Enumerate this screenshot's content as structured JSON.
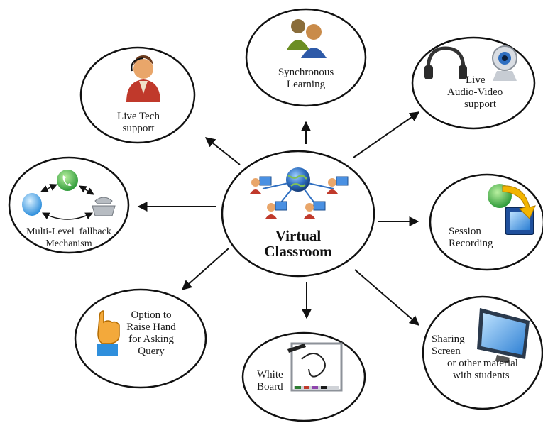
{
  "center": {
    "title_line1": "Virtual",
    "title_line2": "Classroom"
  },
  "nodes": {
    "synchronous_learning": {
      "line1": "Synchronous",
      "line2": "Learning",
      "icon": "users-icon"
    },
    "live_av_support": {
      "line1": "Live",
      "line2": "Audio-Video",
      "line3": "support",
      "icon": "headset-webcam-icon"
    },
    "session_recording": {
      "line1": "Session",
      "line2": "Recording",
      "icon": "recording-icon"
    },
    "sharing_screen": {
      "line1": "Sharing",
      "line2": "Screen",
      "line3": "or other material",
      "line4": "with students",
      "icon": "monitor-icon"
    },
    "white_board": {
      "line1": "White",
      "line2": "Board",
      "icon": "whiteboard-icon"
    },
    "raise_hand": {
      "line1": "Option to",
      "line2": "Raise Hand",
      "line3": "for Asking",
      "line4": "Query",
      "icon": "raise-hand-icon"
    },
    "fallback": {
      "line1": "Multi-Level  fallback",
      "line2": "Mechanism",
      "icon": "phone-fallback-icon"
    },
    "live_tech": {
      "line1": "Live Tech",
      "line2": "support",
      "icon": "support-agent-icon"
    }
  },
  "colors": {
    "ellipse_stroke": "#111111",
    "arrow": "#111111",
    "globe": "#2f6fc1",
    "person_face": "#e9a66a",
    "person_shirt": "#c0392b",
    "green_phone": "#3fae49",
    "monitor_blue": "#2d7fd3"
  }
}
